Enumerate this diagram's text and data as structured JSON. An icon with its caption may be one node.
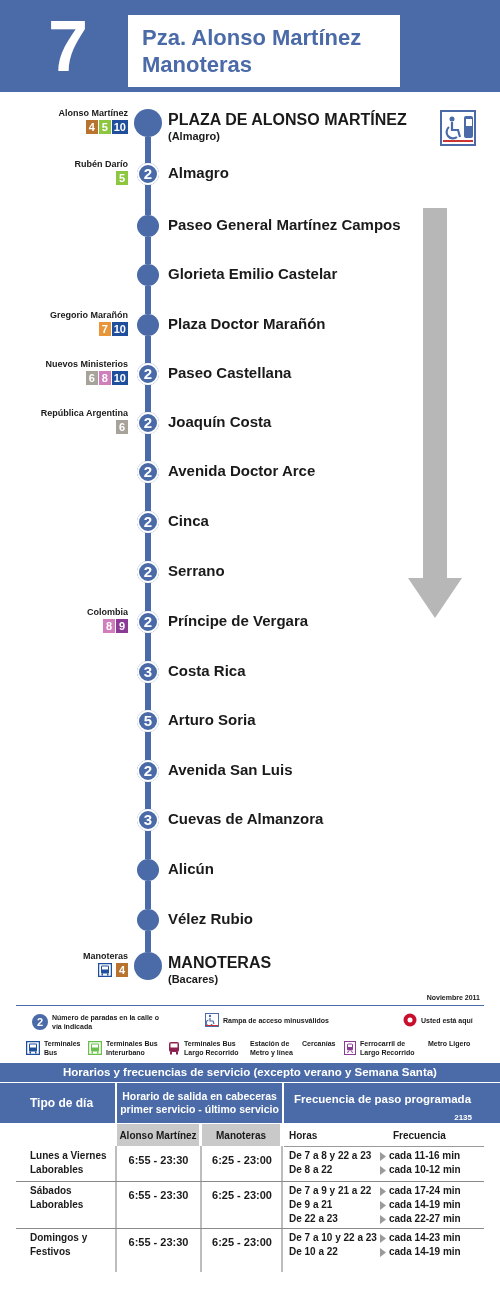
{
  "diagram": {
    "title": "Pza. Alonso Martínez Manoteras",
    "nodes": [
      {
        "text": [],
        "shape": "circle",
        "beside": [
          "Alonso Martínez",
          "4",
          "5",
          "10",
          "PLAZA DE ALONSO MARTÍNEZ",
          "(Almagro)"
        ]
      },
      {
        "text": [
          "2"
        ],
        "beside": [
          "Rubén Darío",
          "5",
          "Almagro"
        ]
      },
      {
        "text": [],
        "shape": "circle",
        "beside": [
          "Paseo General Martínez Campos"
        ]
      },
      {
        "text": [],
        "shape": "circle",
        "beside": [
          "Glorieta Emilio Castelar"
        ]
      },
      {
        "text": [],
        "shape": "circle",
        "beside": [
          "Gregorio Marañón",
          "7",
          "10",
          "Plaza Doctor Marañón"
        ]
      },
      {
        "text": [
          "2"
        ],
        "beside": [
          "Nuevos Ministerios",
          "6",
          "8",
          "10",
          "Paseo Castellana"
        ]
      },
      {
        "text": [
          "2"
        ],
        "beside": [
          "República Argentina",
          "6",
          "Joaquín Costa"
        ]
      },
      {
        "text": [
          "2"
        ],
        "beside": [
          "Avenida Doctor Arce"
        ]
      },
      {
        "text": [
          "2"
        ],
        "beside": [
          "Cinca"
        ]
      },
      {
        "text": [
          "2"
        ],
        "beside": [
          "Serrano"
        ]
      },
      {
        "text": [
          "2"
        ],
        "beside": [
          "Colombia",
          "8",
          "9",
          "Príncipe de Vergara"
        ]
      },
      {
        "text": [
          "3"
        ],
        "beside": [
          "Costa Rica"
        ]
      },
      {
        "text": [
          "5"
        ],
        "beside": [
          "Arturo Soria"
        ]
      },
      {
        "text": [
          "2"
        ],
        "beside": [
          "Avenida San Luis"
        ]
      },
      {
        "text": [
          "3"
        ],
        "beside": [
          "Cuevas de Almanzora"
        ]
      },
      {
        "text": [],
        "shape": "circle",
        "beside": [
          "Alicún"
        ]
      },
      {
        "text": [],
        "shape": "circle",
        "beside": [
          "Vélez Rubio"
        ]
      },
      {
        "text": [],
        "shape": "circle",
        "beside": [
          "Manoteras",
          "4",
          "MANOTERAS",
          "(Bacares)"
        ]
      }
    ],
    "edges": [
      {
        "from": 0,
        "to": 1,
        "arrow": "none"
      },
      {
        "from": 1,
        "to": 2,
        "arrow": "none"
      },
      {
        "from": 2,
        "to": 3,
        "arrow": "none"
      },
      {
        "from": 3,
        "to": 4,
        "arrow": "none"
      },
      {
        "from": 4,
        "to": 5,
        "arrow": "none"
      },
      {
        "from": 5,
        "to": 6,
        "arrow": "none"
      },
      {
        "from": 6,
        "to": 7,
        "arrow": "none"
      },
      {
        "from": 7,
        "to": 8,
        "arrow": "none"
      },
      {
        "from": 8,
        "to": 9,
        "arrow": "none"
      },
      {
        "from": 9,
        "to": 10,
        "arrow": "none"
      },
      {
        "from": 10,
        "to": 11,
        "arrow": "none"
      },
      {
        "from": 11,
        "to": 12,
        "arrow": "none"
      },
      {
        "from": 12,
        "to": 13,
        "arrow": "none"
      },
      {
        "from": 13,
        "to": 14,
        "arrow": "none"
      },
      {
        "from": 14,
        "to": 15,
        "arrow": "none"
      },
      {
        "from": 15,
        "to": 16,
        "arrow": "none"
      },
      {
        "from": 16,
        "to": 17,
        "arrow": "none"
      }
    ],
    "labels": [
      "7",
      "Noviembre 2011",
      "Horarios y frecuencias de servicio (excepto verano y Semana Santa)",
      "Tipo de día",
      "Horario de salida en cabeceras primer servicio - último servicio",
      "Frecuencia de paso programada",
      "2135",
      "Alonso Martínez",
      "Manoteras",
      "Horas",
      "Frecuencia",
      "Lunes a Viernes Laborables",
      "6:55 - 23:30",
      "6:25 - 23:00",
      "De 7 a 8 y 22 a 23",
      "cada 11-16 min",
      "De 8 a 22",
      "cada 10-12 min",
      "Sábados Laborables",
      "6:55 - 23:30",
      "6:25 - 23:00",
      "De 7 a 9 y 21 a 22",
      "cada 17-24 min",
      "De 9 a 21",
      "cada 14-19 min",
      "De 22 a 23",
      "cada 22-27 min",
      "Domingos y Festivos",
      "6:55 - 23:30",
      "6:25 - 23:00",
      "De 7 a 10 y 22 a 23",
      "cada 14-23 min",
      "De 10 a 22",
      "cada 14-19 min",
      "2"
    ],
    "legend": [
      {
        "text": "Número de paradas en la calle o vía indicada"
      },
      {
        "text": "Rampa de acceso minusválidos"
      },
      {
        "text": "Usted está aquí"
      },
      {
        "text": "Terminales Bus"
      },
      {
        "text": "Terminales Bus Interurbano"
      },
      {
        "text": "Terminales Bus Largo Recorrido"
      },
      {
        "text": "Estación de Metro y línea"
      },
      {
        "text": "Cercanías"
      },
      {
        "text": "Ferrocarril de Largo Recorrido"
      },
      {
        "text": "Metro Ligero"
      }
    ]
  }
}
